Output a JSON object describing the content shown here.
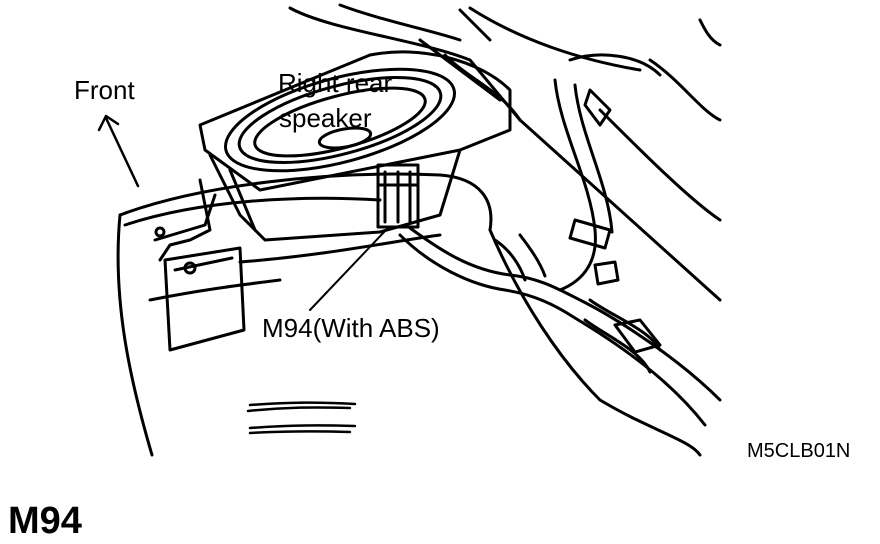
{
  "labels": {
    "front": "Front",
    "speaker_line1": "Right rear",
    "speaker_line2": "speaker",
    "connector": "M94(With ABS)",
    "figure_code": "M5CLB01N"
  },
  "connector_title": "M94",
  "colors": {
    "ink": "#000000",
    "paper": "#ffffff"
  }
}
